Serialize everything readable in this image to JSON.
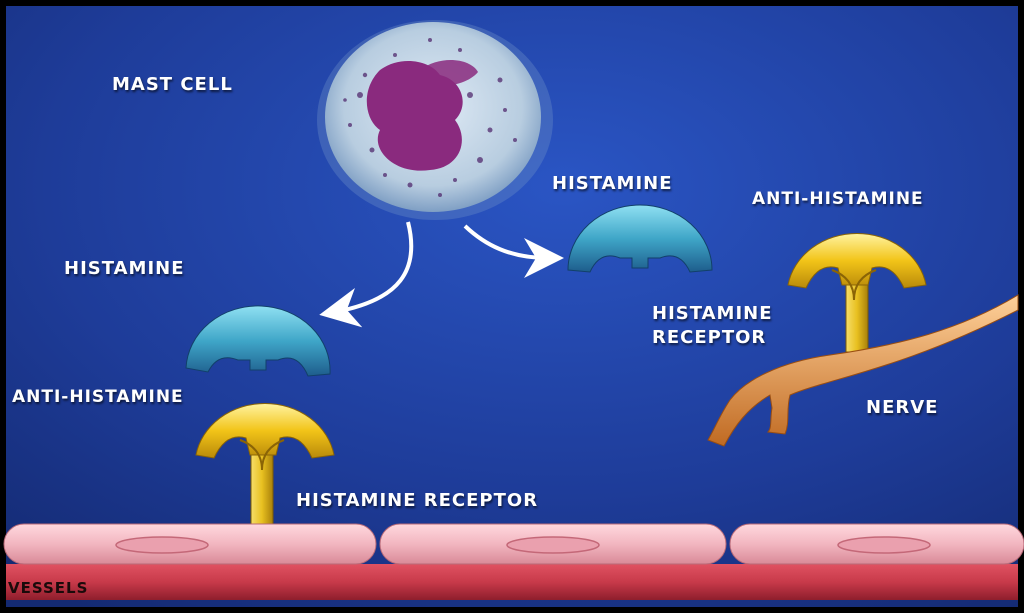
{
  "labels": {
    "mast_cell": "MAST CELL",
    "histamine_left": "HISTAMINE",
    "histamine_right": "HISTAMINE",
    "anti_histamine_left": "ANTI-HISTAMINE",
    "anti_histamine_right": "ANTI-HISTAMINE",
    "histamine_receptor_bottom": "HISTAMINE RECEPTOR",
    "histamine_receptor_right_line1": "HISTAMINE",
    "histamine_receptor_right_line2": "RECEPTOR",
    "nerve": "NERVE",
    "vessels": "VESSELS"
  },
  "colors": {
    "background": "#1e3c99",
    "histamine": "#3fa6c8",
    "anti_histamine": "#f2c418",
    "receptor_stem": "#e8c020",
    "nerve": "#e49a4a",
    "vessel_cells": "#f2b6c0",
    "vessel_band": "#c83a4a",
    "mast_cell": "#b8cde0",
    "nucleus": "#8a2a7e"
  }
}
